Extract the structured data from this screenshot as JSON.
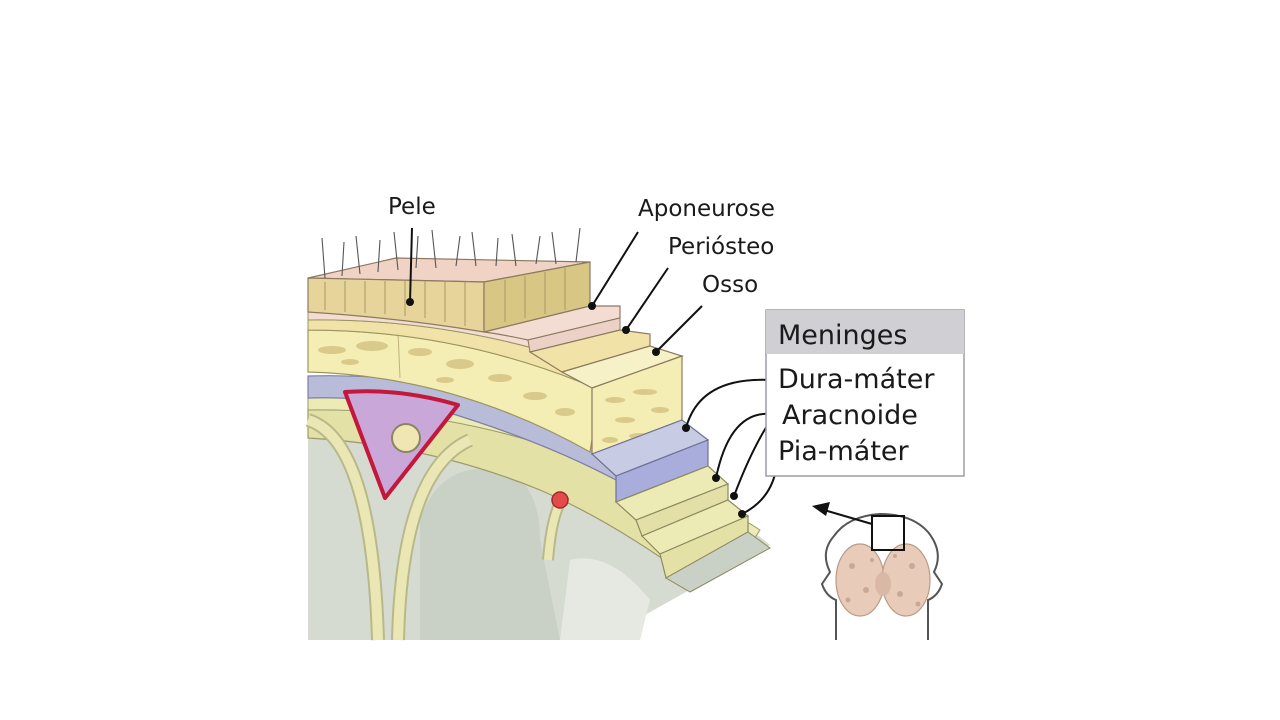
{
  "labels": {
    "pele": "Pele",
    "aponeurose": "Aponeurose",
    "periosteo": "Periósteo",
    "osso": "Osso"
  },
  "meninges_box": {
    "title": "Meninges",
    "items": [
      "Dura-máter",
      "Aracnoide",
      "Pia-máter"
    ]
  },
  "colors": {
    "skin_top": "#f0d3c4",
    "skin": "#e6d49a",
    "aponeurosis": "#f3ddd2",
    "periosteum": "#f1e3a8",
    "bone": "#f4eeb4",
    "bone_spots": "#d9c98a",
    "dura": "#b8bcd9",
    "arachnoid": "#ecebb6",
    "pia": "#e4e1a6",
    "brain": "#d6dbd2",
    "brain_deep": "#c9d0c5",
    "sinus_fill": "#c9a8d9",
    "sinus_border": "#c4173c",
    "vessel": "#e54a4a",
    "box_header": "#cfcfd4",
    "box_border": "#9c9ca6",
    "brain_inset": "#e8cbb9"
  }
}
